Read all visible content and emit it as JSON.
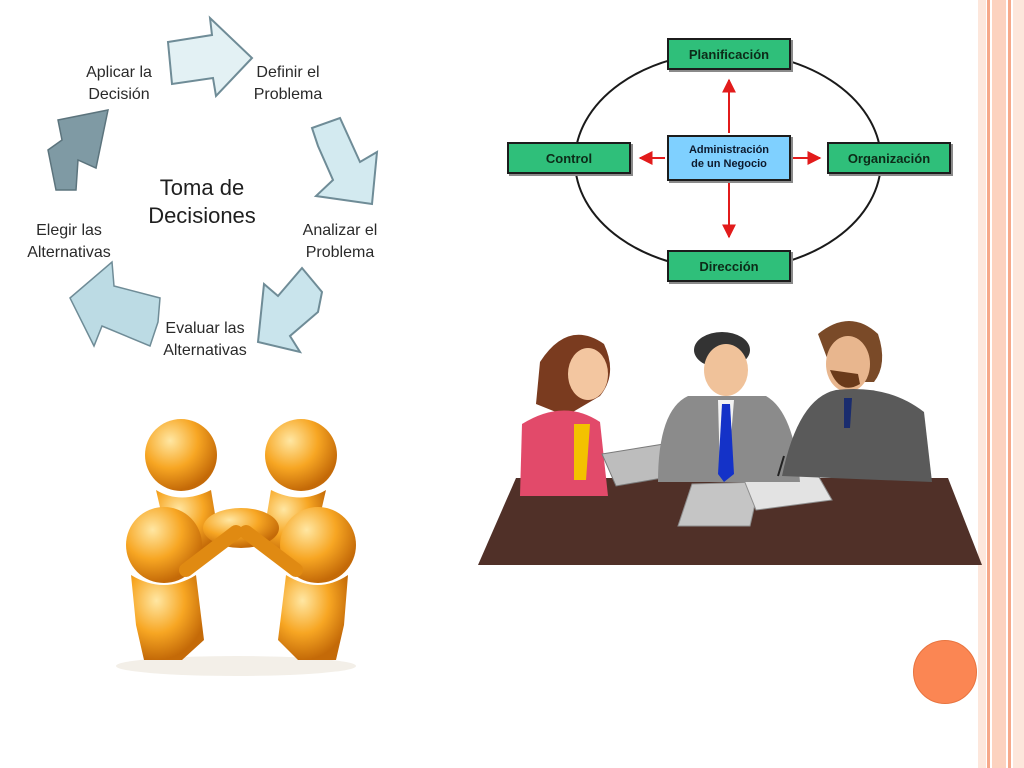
{
  "slide": {
    "decision_cycle": {
      "title_line1": "Toma de",
      "title_line2": "Decisiones",
      "steps": [
        {
          "line1": "Definir el",
          "line2": "Problema"
        },
        {
          "line1": "Analizar el",
          "line2": "Problema"
        },
        {
          "line1": "Evaluar las",
          "line2": "Alternativas"
        },
        {
          "line1": "Elegir las",
          "line2": "Alternativas"
        },
        {
          "line1": "Aplicar la",
          "line2": "Decisión"
        }
      ]
    },
    "business_admin": {
      "center_line1": "Administración",
      "center_line2": "de un Negocio",
      "planificacion": "Planificación",
      "organizacion": "Organización",
      "direccion": "Dirección",
      "control": "Control"
    },
    "colors": {
      "accent_orange": "#fb8653",
      "stripe_salmon": "#f9b59a",
      "box_green": "#2fbf7a",
      "box_blue": "#7fd0ff",
      "arrow_red": "#e21b1b",
      "cycle_arrow": "#c8e2e8"
    },
    "illustrations": {
      "teamwork": "orange-figures-teamwork-illustration",
      "meeting": "business-meeting-illustration"
    }
  }
}
